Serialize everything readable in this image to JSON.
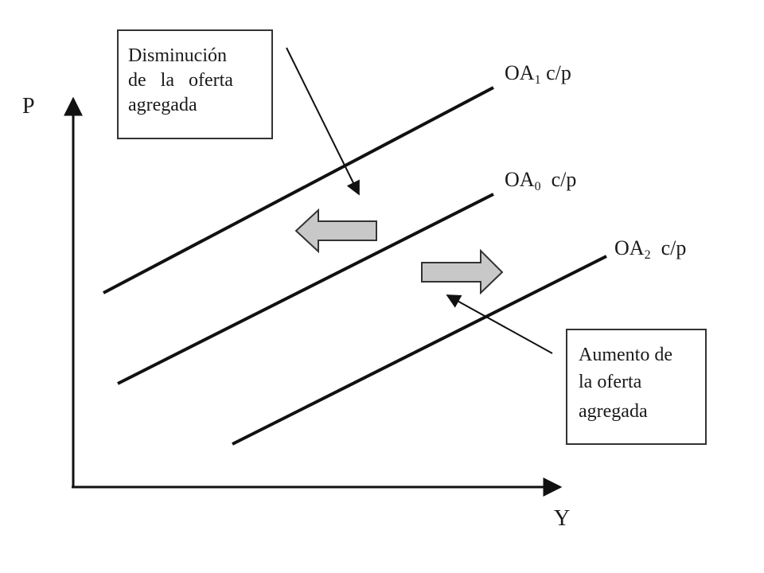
{
  "axes": {
    "y_label": "P",
    "x_label": "Y"
  },
  "curves": [
    {
      "id": "oa1",
      "label_main": "OA",
      "label_sub": "1",
      "label_suffix": " c/p"
    },
    {
      "id": "oa0",
      "label_main": "OA",
      "label_sub": "0",
      "label_suffix": "  c/p"
    },
    {
      "id": "oa2",
      "label_main": "OA",
      "label_sub": "2",
      "label_suffix": "  c/p"
    }
  ],
  "notes": {
    "decrease": [
      "Disminución",
      "de   la   oferta",
      "agregada"
    ],
    "increase": [
      "Aumento de",
      "la oferta",
      "agregada"
    ]
  },
  "colors": {
    "line": "#111111",
    "shift_arrow_fill": "#c8c8c8",
    "shift_arrow_stroke": "#333333"
  }
}
